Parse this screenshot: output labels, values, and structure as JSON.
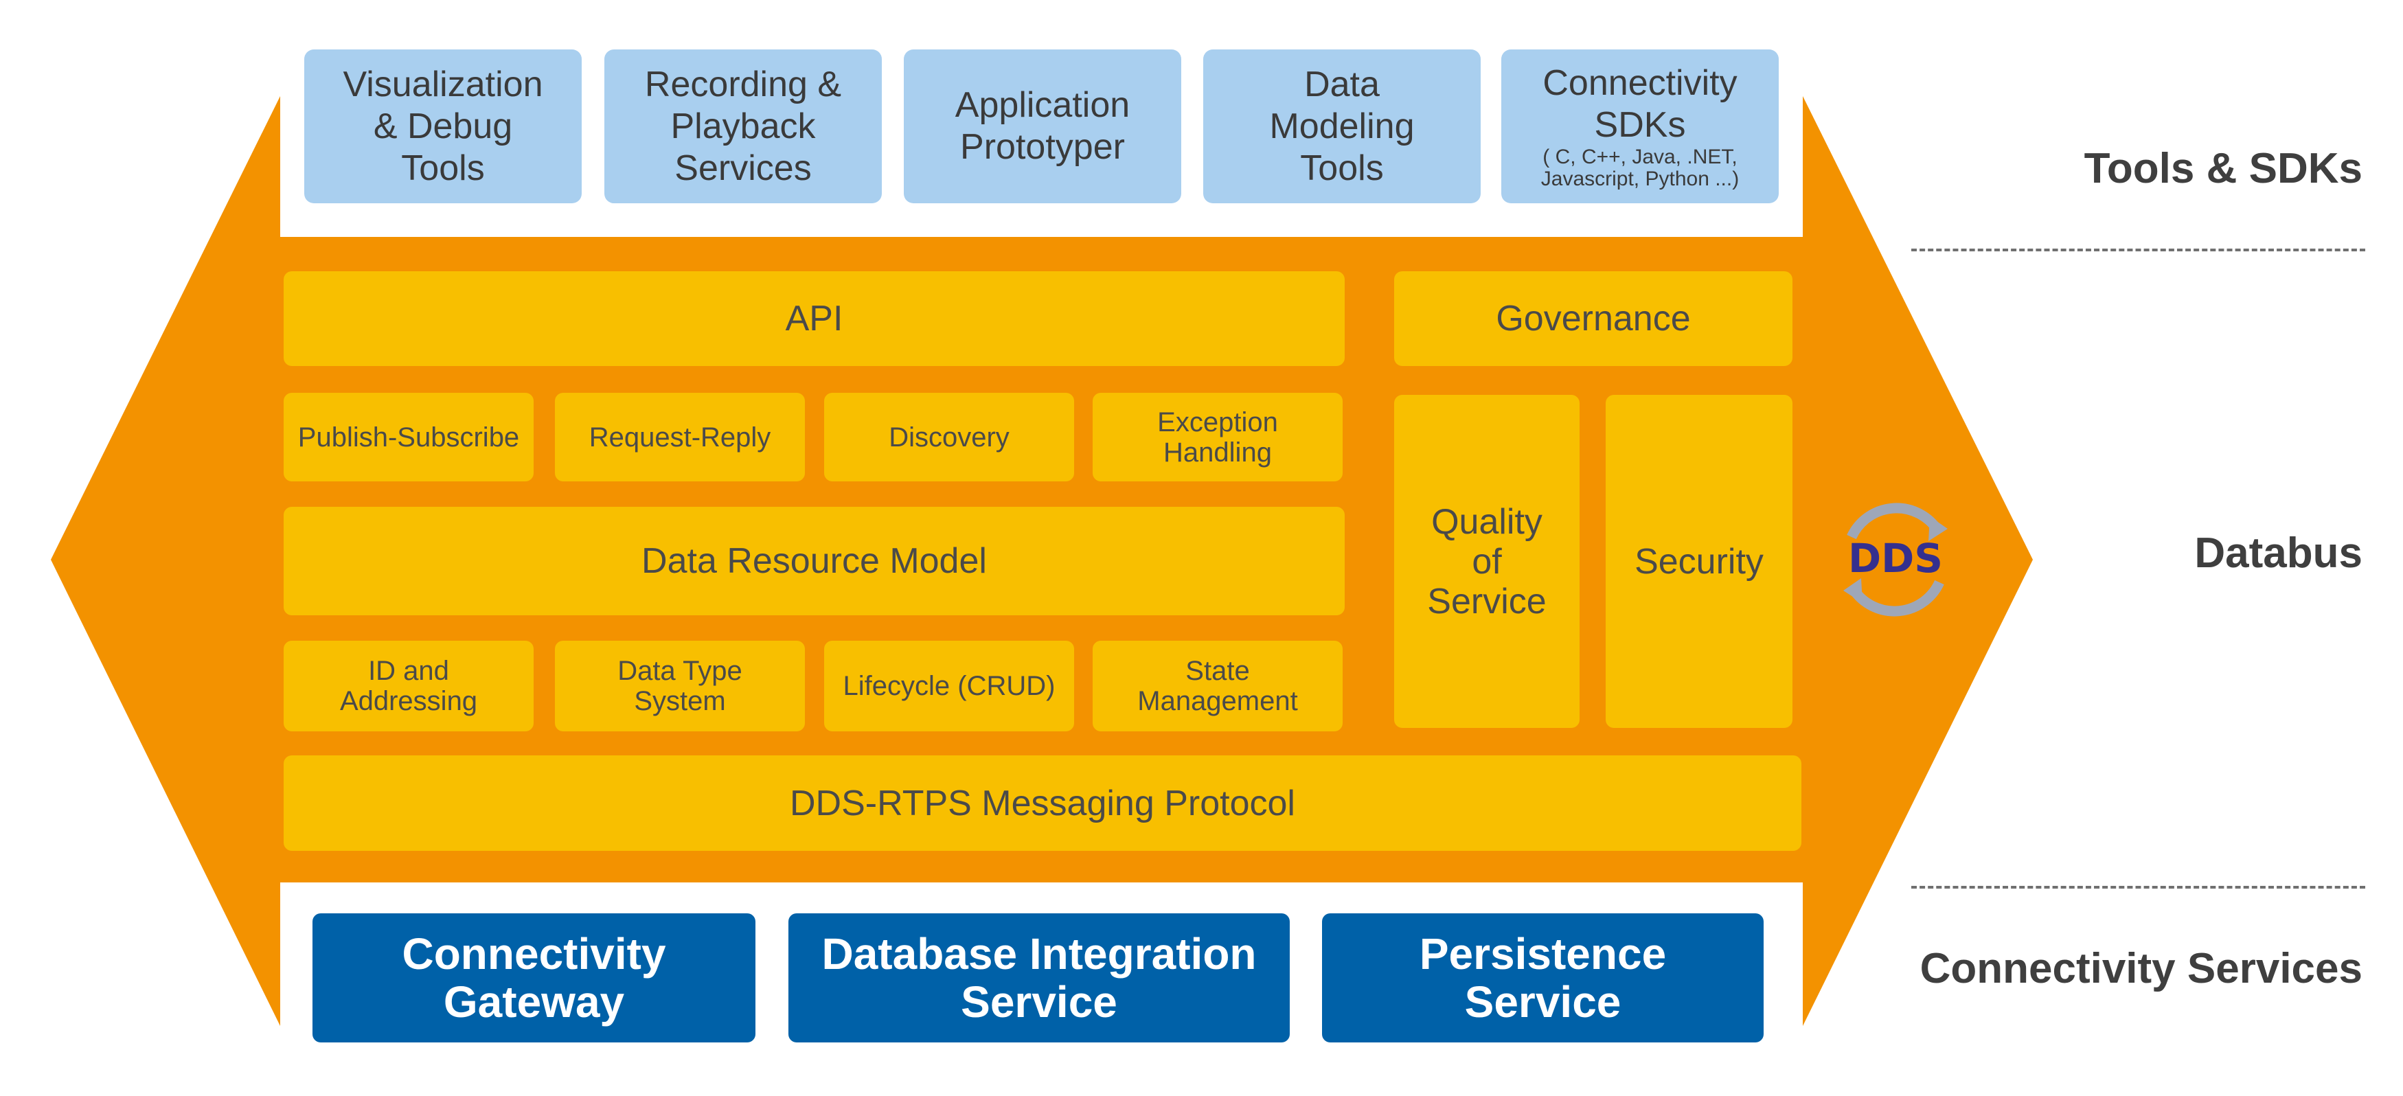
{
  "tools": [
    {
      "lines": [
        "Visualization",
        "& Debug",
        "Tools"
      ]
    },
    {
      "lines": [
        "Recording &",
        "Playback",
        "Services"
      ]
    },
    {
      "lines": [
        "Application",
        "Prototyper"
      ]
    },
    {
      "lines": [
        "Data",
        "Modeling",
        "Tools"
      ]
    },
    {
      "lines": [
        "Connectivity",
        "SDKs"
      ],
      "sub": [
        "( C, C++, Java, .NET,",
        "Javascript, Python ...)"
      ]
    }
  ],
  "databus": {
    "api": "API",
    "governance": "Governance",
    "row1": [
      "Publish-Subscribe",
      "Request-Reply",
      "Discovery"
    ],
    "exception": [
      "Exception",
      "Handling"
    ],
    "data_resource_model": "Data Resource Model",
    "id_addressing": [
      "ID and",
      "Addressing"
    ],
    "data_type_system": [
      "Data Type",
      "System"
    ],
    "lifecycle": "Lifecycle (CRUD)",
    "state_management": [
      "State",
      "Management"
    ],
    "qos": [
      "Quality",
      "of",
      "Service"
    ],
    "security": "Security",
    "rtps": "DDS-RTPS Messaging Protocol"
  },
  "logo": {
    "text": "DDS",
    "text_color": "#35308e",
    "ring_color": "#9ea7b8"
  },
  "services": [
    {
      "lines": [
        "Connectivity",
        "Gateway"
      ]
    },
    {
      "lines": [
        "Database Integration",
        "Service"
      ]
    },
    {
      "lines": [
        "Persistence",
        "Service"
      ]
    }
  ],
  "layers": {
    "tools": "Tools & SDKs",
    "databus": "Databus",
    "connectivity": "Connectivity Services"
  },
  "colors": {
    "arrow": "#f39200",
    "inner_box": "#f8bf00",
    "tool_box": "#a9cfef",
    "service_box": "#0061a8"
  }
}
